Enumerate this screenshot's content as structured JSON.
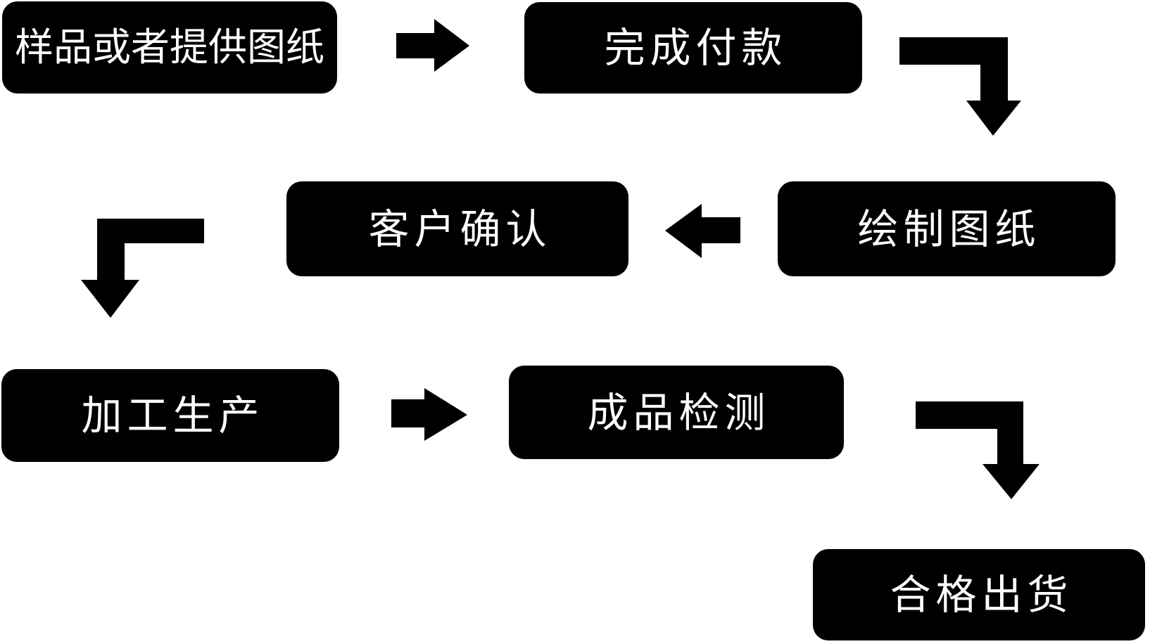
{
  "flowchart": {
    "type": "process-flow-diagram",
    "nodes": [
      {
        "id": "sample",
        "label": "样品或者提供图纸"
      },
      {
        "id": "payment",
        "label": "完成付款"
      },
      {
        "id": "drawing",
        "label": "绘制图纸"
      },
      {
        "id": "confirm",
        "label": "客户确认"
      },
      {
        "id": "production",
        "label": "加工生产"
      },
      {
        "id": "inspection",
        "label": "成品检测"
      },
      {
        "id": "shipment",
        "label": "合格出货"
      }
    ],
    "edges": [
      {
        "from": "样品或者提供图纸",
        "to": "完成付款",
        "arrow": "right"
      },
      {
        "from": "完成付款",
        "to": "绘制图纸",
        "arrow": "elbow-down-right"
      },
      {
        "from": "绘制图纸",
        "to": "客户确认",
        "arrow": "left"
      },
      {
        "from": "客户确认",
        "to": "加工生产",
        "arrow": "elbow-down-left"
      },
      {
        "from": "加工生产",
        "to": "成品检测",
        "arrow": "right"
      },
      {
        "from": "成品检测",
        "to": "合格出货",
        "arrow": "elbow-down-right"
      }
    ],
    "colors": {
      "node_bg": "#000000",
      "node_text": "#ffffff",
      "arrow": "#000000",
      "background": "#ffffff"
    }
  }
}
